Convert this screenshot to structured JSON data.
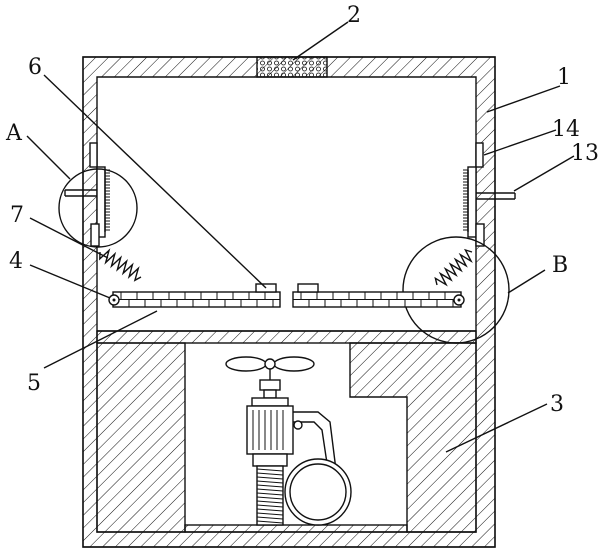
{
  "labels": {
    "l1": "1",
    "l2": "2",
    "l3": "3",
    "l4": "4",
    "l5": "5",
    "l6": "6",
    "l7": "7",
    "l13": "13",
    "l14": "14",
    "lA": "A",
    "lB": "B"
  }
}
